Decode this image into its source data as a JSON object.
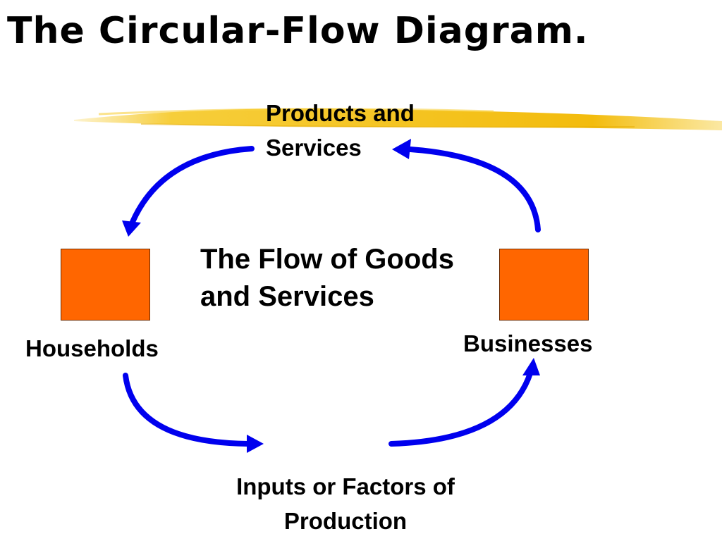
{
  "title": "The Circular-Flow Diagram.",
  "labels": {
    "products": "Products and Services",
    "products_line1": "Products and",
    "products_line2": "Services",
    "center_line1": "The Flow of Goods",
    "center_line2": "and Services",
    "households": "Households",
    "businesses": "Businesses",
    "inputs_line1": "Inputs or Factors of",
    "inputs_line2": "Production"
  },
  "colors": {
    "arrow": "#0000ee",
    "box": "#ff6600",
    "highlight": "#f5c518",
    "text": "#000000"
  },
  "flows": [
    {
      "from": "businesses",
      "to": "products",
      "direction": "counterclockwise-top"
    },
    {
      "from": "products",
      "to": "households",
      "direction": "counterclockwise-top"
    },
    {
      "from": "households",
      "to": "inputs",
      "direction": "counterclockwise-bottom"
    },
    {
      "from": "inputs",
      "to": "businesses",
      "direction": "counterclockwise-bottom"
    }
  ]
}
